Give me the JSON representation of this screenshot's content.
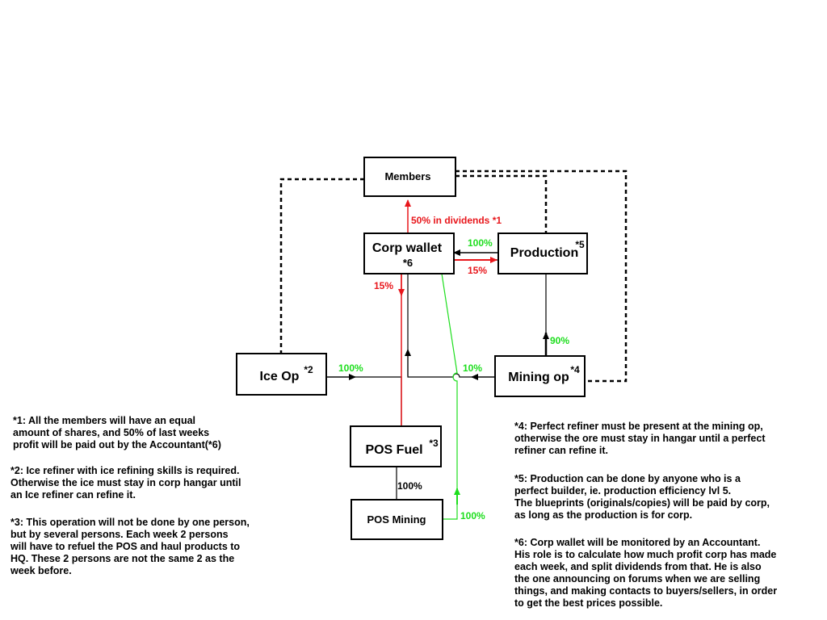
{
  "colors": {
    "red": "#e8161b",
    "green": "#1dde1d",
    "black": "#000000"
  },
  "nodes": {
    "members": {
      "label": "Members",
      "sup": ""
    },
    "corp_wallet": {
      "label": "Corp wallet",
      "sup": "*6"
    },
    "production": {
      "label": "Production",
      "sup": "*5"
    },
    "ice_op": {
      "label": "Ice Op",
      "sup": "*2"
    },
    "mining_op": {
      "label": "Mining op",
      "sup": "*4"
    },
    "pos_fuel": {
      "label": "POS Fuel",
      "sup": "*3"
    },
    "pos_mining": {
      "label": "POS Mining",
      "sup": ""
    }
  },
  "edges": {
    "dividends": "50% in dividends *1",
    "production_to_wallet": "100%",
    "wallet_to_production": "15%",
    "wallet_to_fuel": "15%",
    "mining_to_production": "90%",
    "mining_to_wallet": "10%",
    "ice_to_wallet": "100%",
    "pos_mining_to_fuel": "100%",
    "pos_mining_to_wallet": "100%"
  },
  "notes": {
    "n1": "*1: All the members will have an equal\namount of shares, and 50% of last weeks\nprofit will be paid out by the Accountant(*6)",
    "n2": "*2: Ice refiner with ice refining skills is required.\nOtherwise the ice must stay in corp hangar until\nan Ice refiner can refine it.",
    "n3": "*3: This operation will not be done by one person,\nbut by several persons. Each week 2 persons\nwill have to refuel the POS and haul products to\nHQ. These 2 persons are not the same 2 as the\nweek before.",
    "n4": "*4: Perfect refiner must be present at the mining op,\notherwise the ore must stay in hangar until a perfect\nrefiner can refine it.",
    "n5": "*5: Production can be done by anyone who is a\nperfect builder, ie. production efficiency lvl 5.\nThe blueprints (originals/copies) will be paid by corp,\nas long as the production is for corp.",
    "n6": "*6: Corp wallet will be monitored by an Accountant.\nHis role is to calculate how much profit corp has made\neach week, and split dividends from that. He is also\nthe one announcing on forums when we are selling\nthings, and making contacts to buyers/sellers, in order\nto get the best prices possible."
  }
}
